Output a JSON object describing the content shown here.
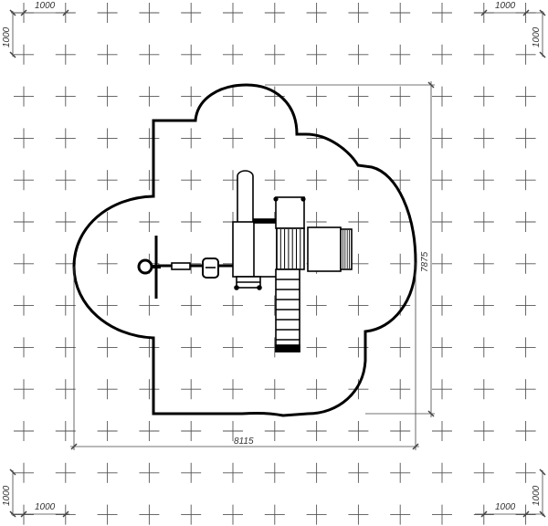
{
  "grid": {
    "step_label": "1000"
  },
  "corner_dimensions": {
    "top_left": {
      "horizontal": "1000",
      "vertical": "1000"
    },
    "top_right": {
      "horizontal": "1000",
      "vertical": "1000"
    },
    "bottom_left": {
      "horizontal": "1000",
      "vertical": "1000"
    },
    "bottom_right": {
      "horizontal": "1000",
      "vertical": "1000"
    }
  },
  "overall_dimensions": {
    "height": "7875",
    "width": "8115"
  },
  "colors": {
    "line": "#000000",
    "grid": "#555555",
    "dimension": "#444444"
  }
}
